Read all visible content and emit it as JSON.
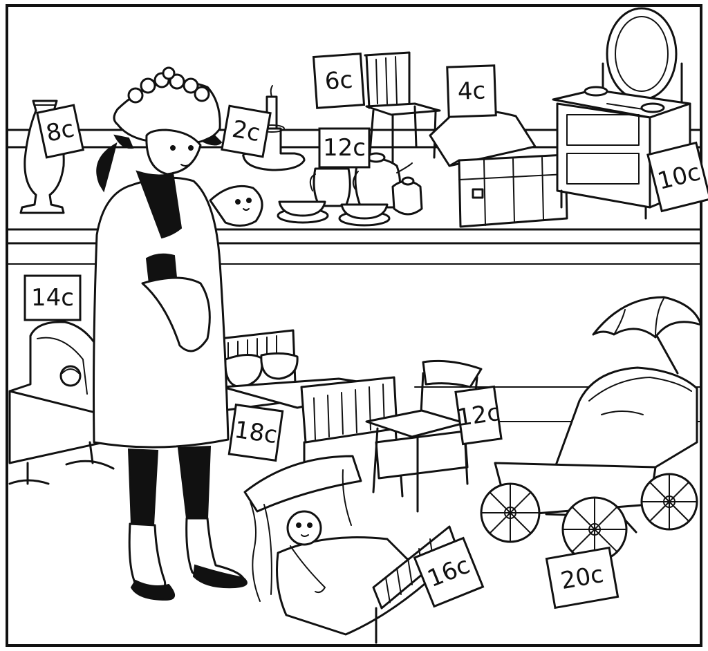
{
  "price_tags": {
    "vase": "8c",
    "candlestick": "2c",
    "chair": "6c",
    "tea_set": "12c",
    "trunk": "4c",
    "dresser": "10c",
    "cradle": "14c",
    "bed": "18c",
    "armchair": "12c",
    "canopy_bed": "16c",
    "pram": "20c"
  }
}
